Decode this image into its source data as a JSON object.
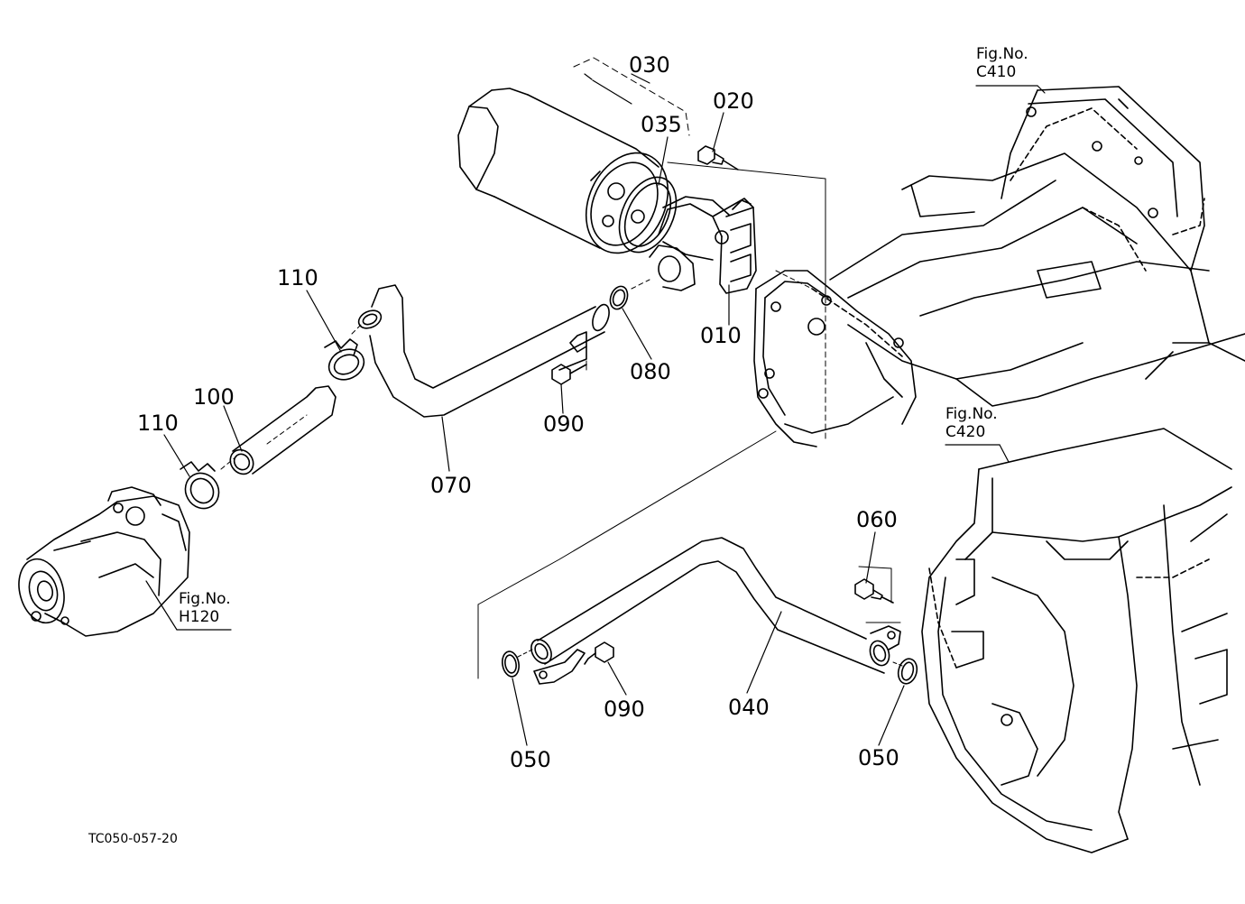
{
  "callouts": {
    "c030": "030",
    "c020": "020",
    "c035": "035",
    "c110a": "110",
    "c010": "010",
    "c080": "080",
    "c100": "100",
    "c090a": "090",
    "c110b": "110",
    "c070": "070",
    "c060": "060",
    "c090b": "090",
    "c040": "040",
    "c050a": "050",
    "c050b": "050"
  },
  "figrefs": {
    "c410": {
      "label": "Fig.No.",
      "number": "C410"
    },
    "c420": {
      "label": "Fig.No.",
      "number": "C420"
    },
    "h120": {
      "label": "Fig.No.",
      "number": "H120"
    }
  },
  "drawing_id": "TC050-057-20"
}
